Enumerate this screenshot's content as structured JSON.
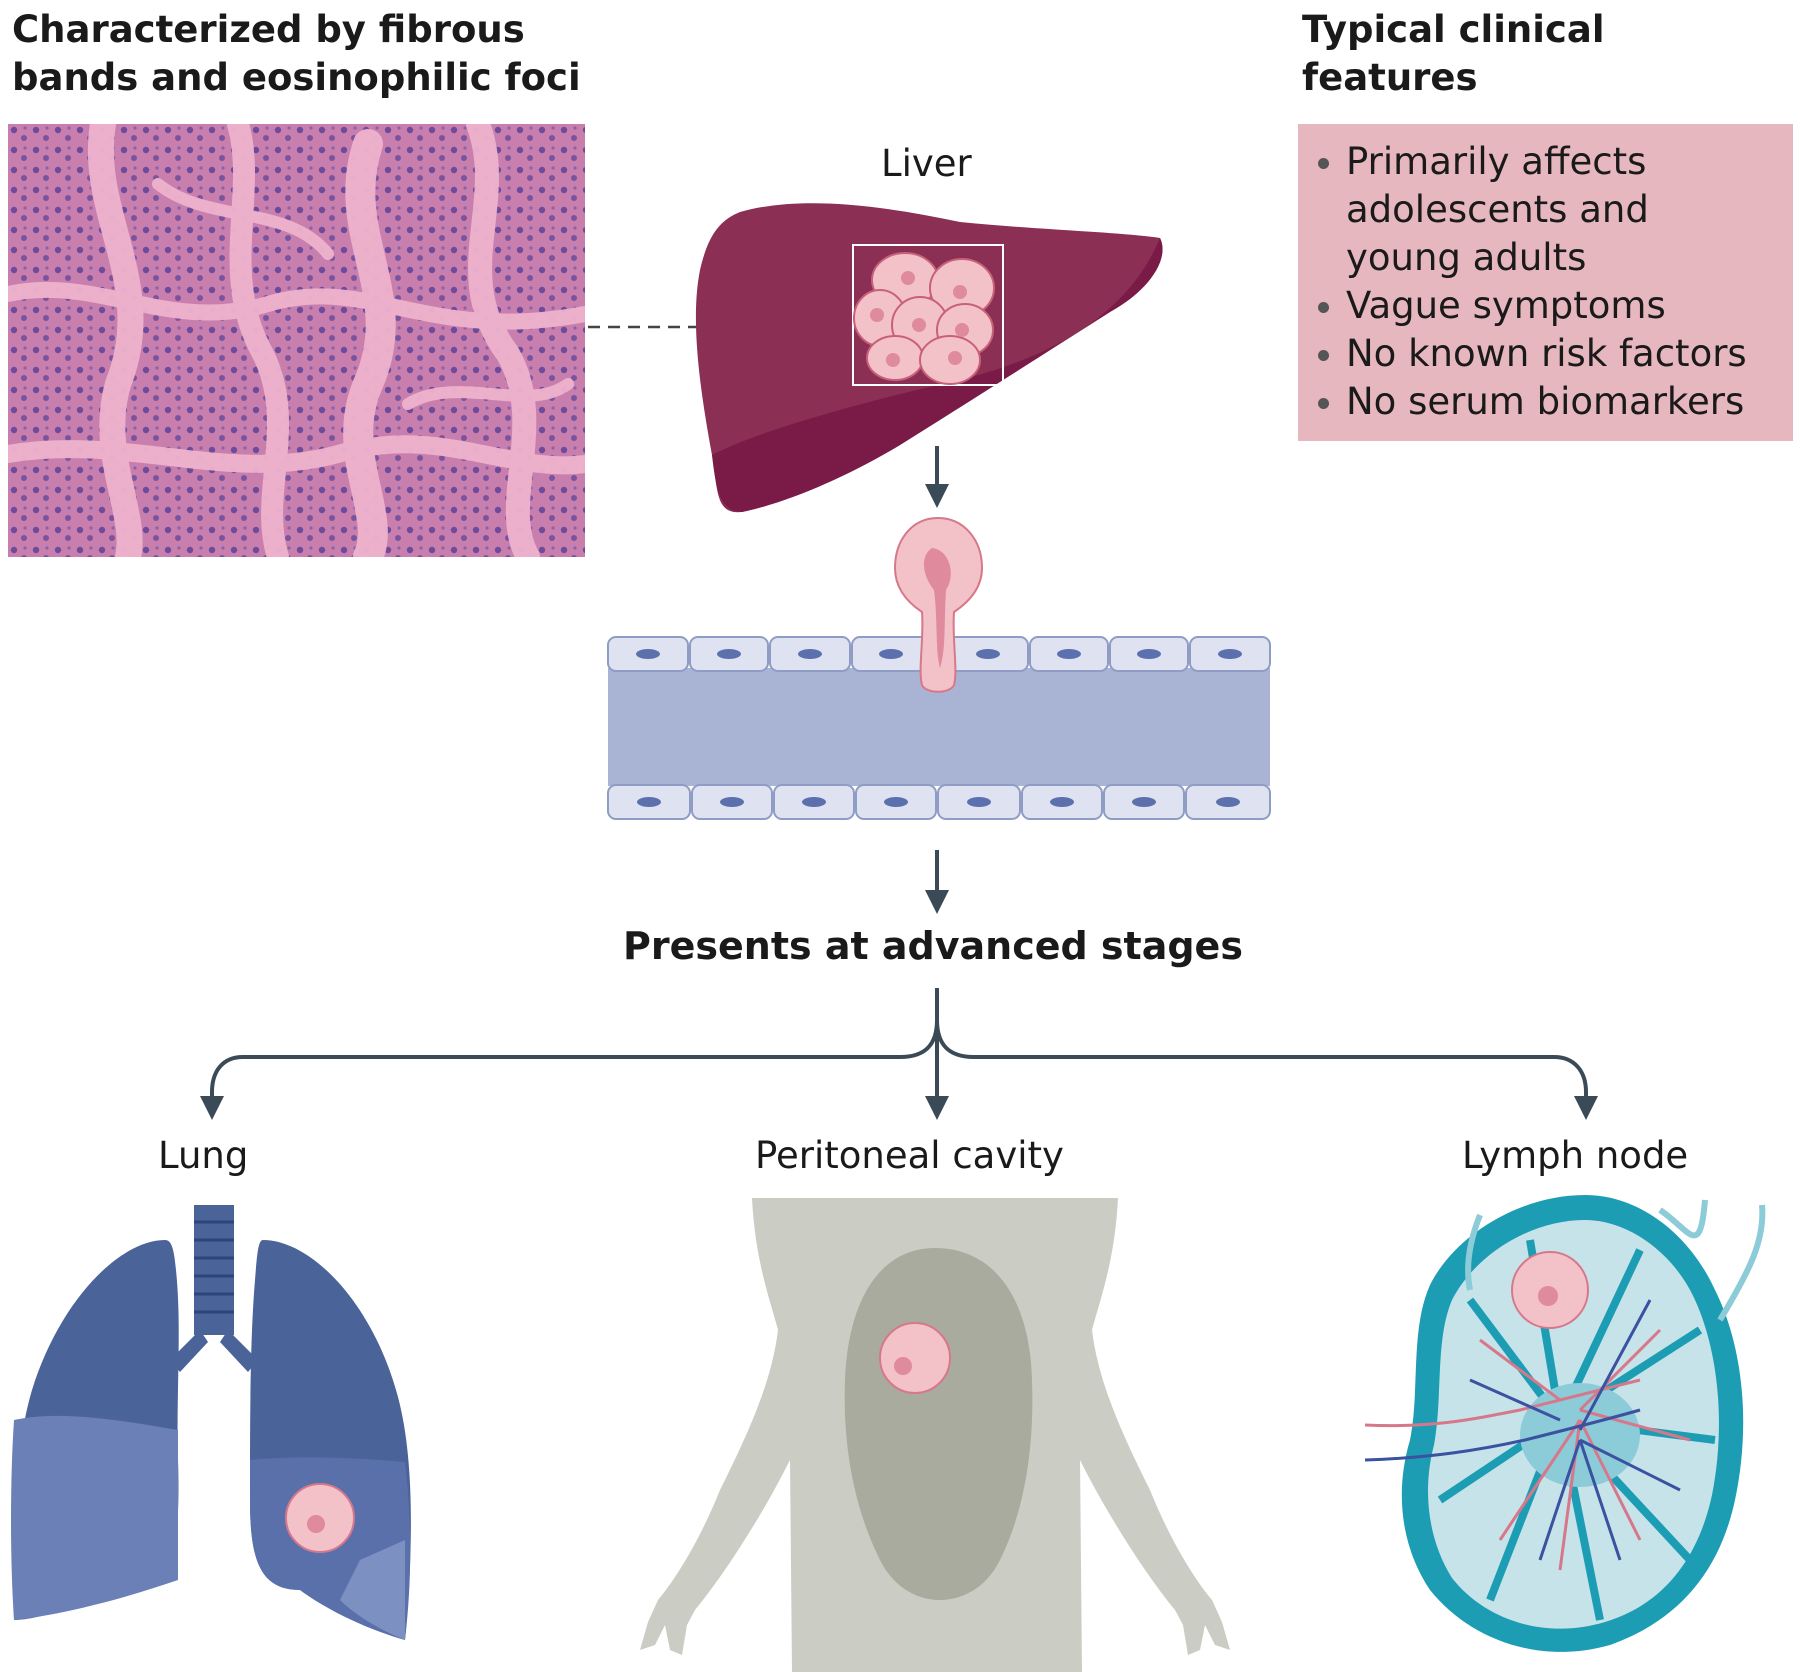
{
  "histology": {
    "title_lines": [
      "Characterized by fibrous",
      "bands and eosinophilic foci"
    ]
  },
  "clinical": {
    "title_lines": [
      "Typical clinical",
      "features"
    ],
    "items": [
      [
        "Primarily affects",
        "adolescents and",
        "young adults"
      ],
      [
        "Vague symptoms"
      ],
      [
        "No known risk factors"
      ],
      [
        "No serum biomarkers"
      ]
    ]
  },
  "organs": {
    "liver": "Liver",
    "lung": "Lung",
    "peritoneal": "Peritoneal cavity",
    "lymph": "Lymph node"
  },
  "stages_label": "Presents at advanced stages",
  "colors": {
    "liver": "#8b2f55",
    "liver_dark": "#7a1b47",
    "tumor": "#f2c2c8",
    "tumor_stroke": "#d6788a",
    "vessel": "#a9b4d4",
    "endothelium": "#dfe3f1",
    "lung": "#4a6399",
    "lung_lower": "#6a80b6",
    "body": "#cbccc4",
    "abdomen": "#aaab9f",
    "lymph": "#1d9db4",
    "lymph_light": "#c6e3ea",
    "clinical_box": "#e7b7bf",
    "arrow": "#3b4a57",
    "histology": "#d78cb4"
  }
}
